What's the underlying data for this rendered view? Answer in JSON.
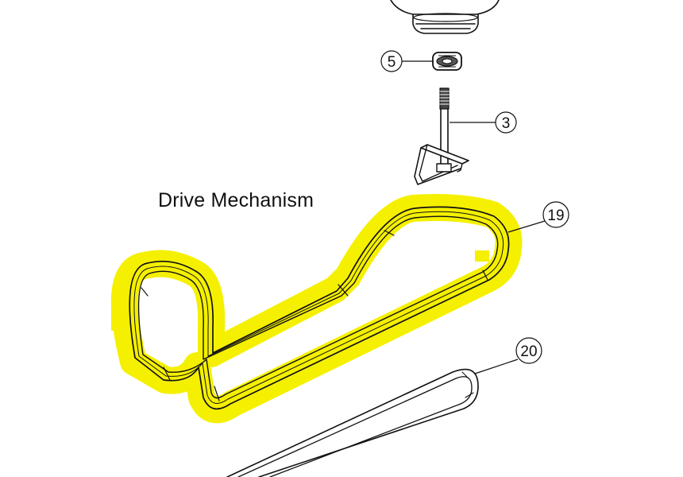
{
  "diagram": {
    "title": "Drive Mechanism",
    "highlight_color": "#f5f000",
    "line_color": "#111111",
    "callouts": [
      {
        "id": "5",
        "label": "5"
      },
      {
        "id": "3",
        "label": "3"
      },
      {
        "id": "19",
        "label": "19"
      },
      {
        "id": "20",
        "label": "20"
      }
    ]
  }
}
